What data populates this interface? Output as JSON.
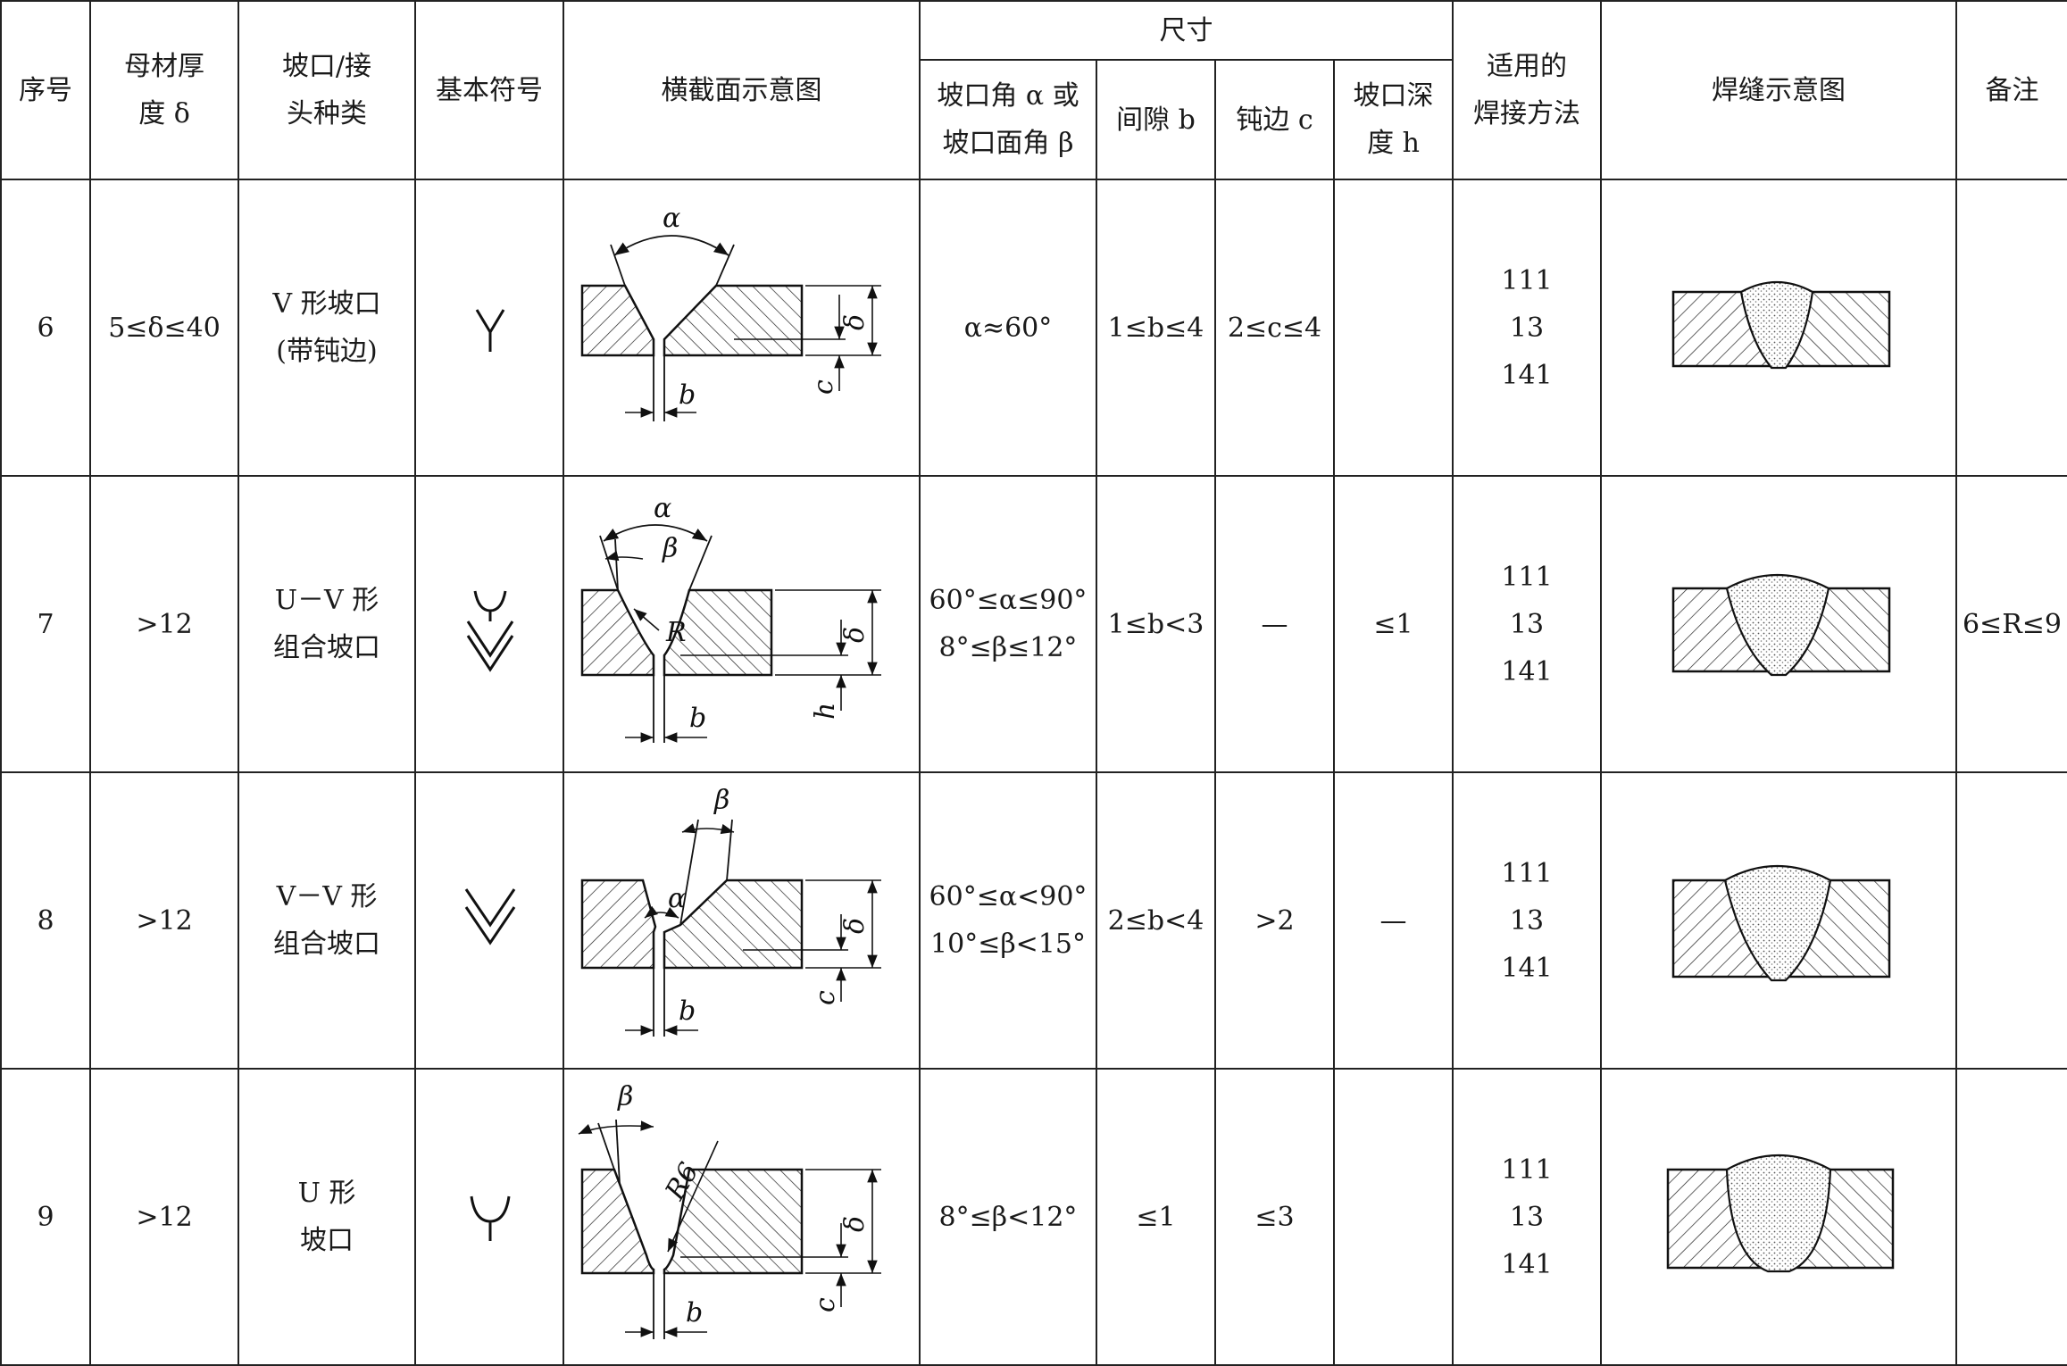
{
  "header": {
    "seq": "序号",
    "thickness": "母材厚\n度 δ",
    "joint_type": "坡口/接\n头种类",
    "symbol": "基本符号",
    "cross_section": "横截面示意图",
    "dimensions": "尺寸",
    "angle": "坡口角 α 或\n坡口面角 β",
    "gap": "间隙 b",
    "root_face": "钝边 c",
    "depth": "坡口深\n度 h",
    "methods": "适用的\n焊接方法",
    "weld_diagram": "焊缝示意图",
    "remark": "备注"
  },
  "rows": [
    {
      "seq": "6",
      "thickness": "5≤δ≤40",
      "joint_type": "V 形坡口\n(带钝边)",
      "symbol": "Y",
      "angle": "α≈60°",
      "gap": "1≤b≤4",
      "root_face": "2≤c≤4",
      "depth": "",
      "methods": "111\n13\n141",
      "remark": ""
    },
    {
      "seq": "7",
      "thickness": ">12",
      "joint_type": "U－V 形\n组合坡口",
      "symbol": "U-V",
      "angle": "60°≤α≤90°\n8°≤β≤12°",
      "gap": "1≤b<3",
      "root_face": "—",
      "depth": "≤1",
      "methods": "111\n13\n141",
      "remark": "6≤R≤9"
    },
    {
      "seq": "8",
      "thickness": ">12",
      "joint_type": "V－V 形\n组合坡口",
      "symbol": "V-V",
      "angle": "60°≤α<90°\n10°≤β<15°",
      "gap": "2≤b<4",
      "root_face": ">2",
      "depth": "—",
      "methods": "111\n13\n141",
      "remark": ""
    },
    {
      "seq": "9",
      "thickness": ">12",
      "joint_type": "U 形\n坡口",
      "symbol": "U",
      "angle": "8°≤β<12°",
      "gap": "≤1",
      "root_face": "≤3",
      "depth": "",
      "methods": "111\n13\n141",
      "remark": ""
    }
  ],
  "diagram_labels": {
    "alpha": "α",
    "beta": "β",
    "delta": "δ",
    "b": "b",
    "c": "c",
    "h": "h",
    "R": "R",
    "R6": "R6"
  }
}
